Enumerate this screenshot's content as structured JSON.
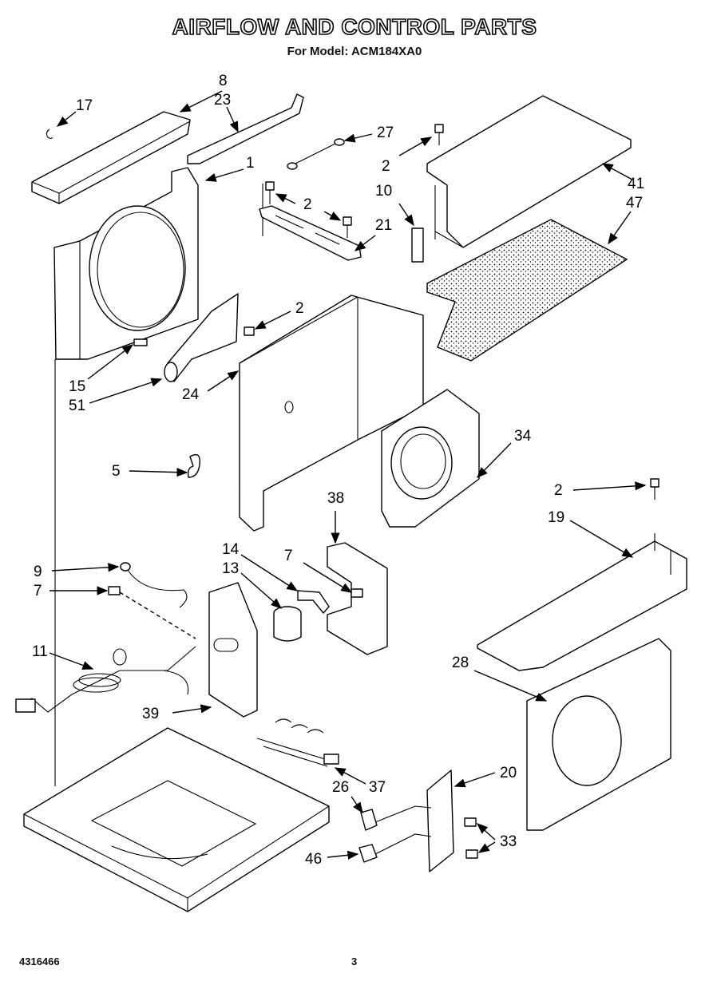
{
  "header": {
    "title": "AIRFLOW AND CONTROL PARTS",
    "subtitle": "For Model: ACM184XA0"
  },
  "footer": {
    "doc_number": "4316466",
    "page_number": "3"
  },
  "callouts": [
    {
      "id": "c8",
      "text": "8"
    },
    {
      "id": "c23",
      "text": "23"
    },
    {
      "id": "c17",
      "text": "17"
    },
    {
      "id": "c27",
      "text": "27"
    },
    {
      "id": "c2a",
      "text": "2"
    },
    {
      "id": "c1",
      "text": "1"
    },
    {
      "id": "c2b",
      "text": "2"
    },
    {
      "id": "c10",
      "text": "10"
    },
    {
      "id": "c21",
      "text": "21"
    },
    {
      "id": "c41",
      "text": "41"
    },
    {
      "id": "c47",
      "text": "47"
    },
    {
      "id": "c2c",
      "text": "2"
    },
    {
      "id": "c15",
      "text": "15"
    },
    {
      "id": "c51",
      "text": "51"
    },
    {
      "id": "c24",
      "text": "24"
    },
    {
      "id": "c34",
      "text": "34"
    },
    {
      "id": "c5",
      "text": "5"
    },
    {
      "id": "c38",
      "text": "38"
    },
    {
      "id": "c2d",
      "text": "2"
    },
    {
      "id": "c19",
      "text": "19"
    },
    {
      "id": "c9",
      "text": "9"
    },
    {
      "id": "c14",
      "text": "14"
    },
    {
      "id": "c7a",
      "text": "7"
    },
    {
      "id": "c13",
      "text": "13"
    },
    {
      "id": "c7b",
      "text": "7"
    },
    {
      "id": "c11",
      "text": "11"
    },
    {
      "id": "c28",
      "text": "28"
    },
    {
      "id": "c39",
      "text": "39"
    },
    {
      "id": "c20",
      "text": "20"
    },
    {
      "id": "c26",
      "text": "26"
    },
    {
      "id": "c37",
      "text": "37"
    },
    {
      "id": "c33",
      "text": "33"
    },
    {
      "id": "c46",
      "text": "46"
    }
  ]
}
